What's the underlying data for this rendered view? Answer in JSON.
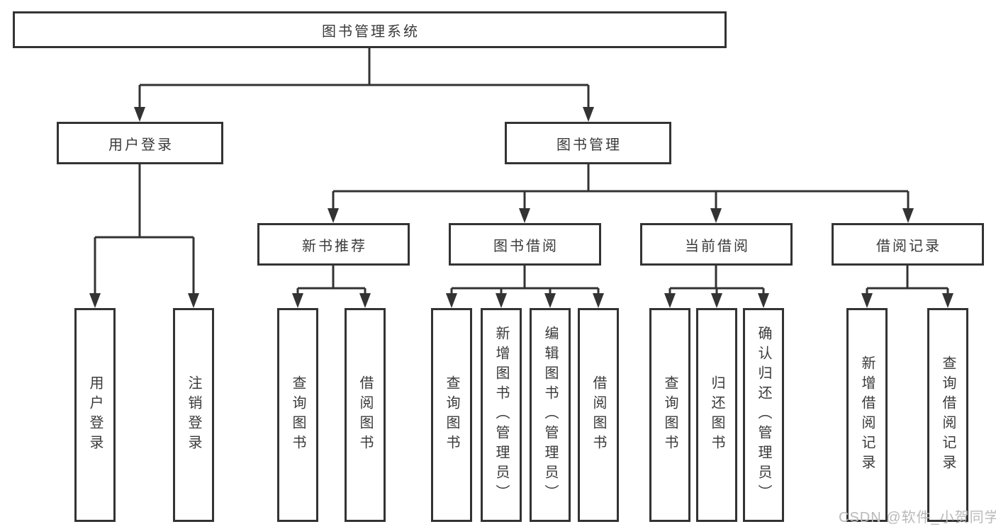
{
  "tree": {
    "root": {
      "label": "图书管理系统"
    },
    "children": [
      {
        "label": "用户登录",
        "children": [
          {
            "label": "用户登录"
          },
          {
            "label": "注销登录"
          }
        ]
      },
      {
        "label": "图书管理",
        "children": [
          {
            "label": "新书推荐",
            "children": [
              {
                "label": "查询图书"
              },
              {
                "label": "借阅图书"
              }
            ]
          },
          {
            "label": "图书借阅",
            "children": [
              {
                "label": "查询图书"
              },
              {
                "label": "新增图书（管理员）"
              },
              {
                "label": "编辑图书（管理员）"
              },
              {
                "label": "借阅图书"
              }
            ]
          },
          {
            "label": "当前借阅",
            "children": [
              {
                "label": "查询图书"
              },
              {
                "label": "归还图书"
              },
              {
                "label": "确认归还（管理员）"
              }
            ]
          },
          {
            "label": "借阅记录",
            "children": [
              {
                "label": "新增借阅记录"
              },
              {
                "label": "查询借阅记录"
              }
            ]
          }
        ]
      }
    ]
  },
  "watermark": {
    "text": "CSDN @软件_小贺同学"
  },
  "colors": {
    "line": "#333333",
    "text": "#3a3a3a",
    "watermark": "#b9b9b9",
    "background": "#ffffff"
  }
}
